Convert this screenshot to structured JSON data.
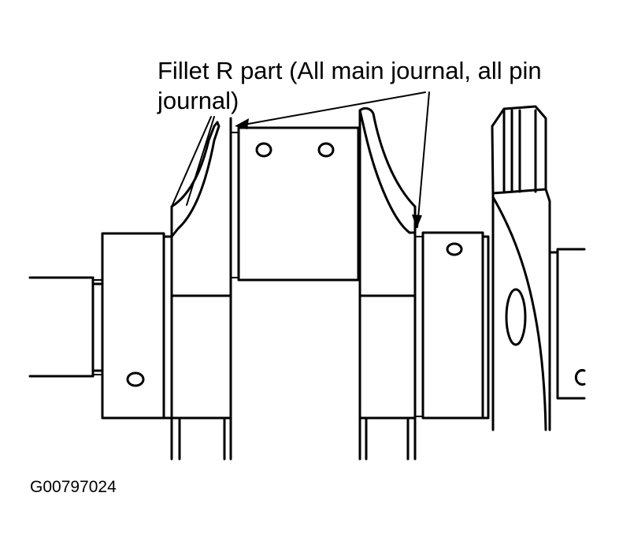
{
  "callout": {
    "line1": "Fillet R part (All main journal, all pin",
    "line2": "journal)"
  },
  "figure_id": "G00797024"
}
